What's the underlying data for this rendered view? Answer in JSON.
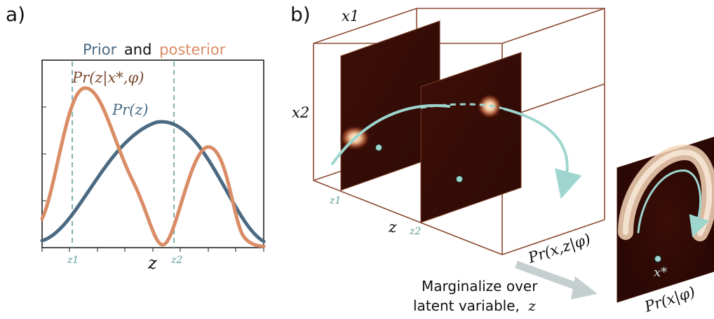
{
  "panel_a": {
    "label": "a)",
    "title_prefix": "Prior",
    "title_and": "and",
    "title_suffix": "posterior",
    "posterior_label": "Pr(z|x*,φ)",
    "prior_label": "Pr(z)",
    "x_axis_label": "z",
    "z1_label": "z1",
    "z2_label": "z2",
    "prior_color": "#4b6a82",
    "posterior_color": "#d98c66",
    "marker_color": "#7fb3b0"
  },
  "panel_b": {
    "label": "b)",
    "x1_label": "x1",
    "x2_label": "x2",
    "z_label": "z",
    "z1_label": "z1",
    "z2_label": "z2",
    "joint_label": "Pr(x,z|φ)",
    "marginal_label": "Pr(x|φ)",
    "xstar_label": "x*",
    "box_color": "#8a4a32",
    "curve_color": "#9ed6cf"
  },
  "annotation": {
    "line1": "Marginalize over",
    "line2_prefix": "latent variable,",
    "line2_var": "z"
  }
}
